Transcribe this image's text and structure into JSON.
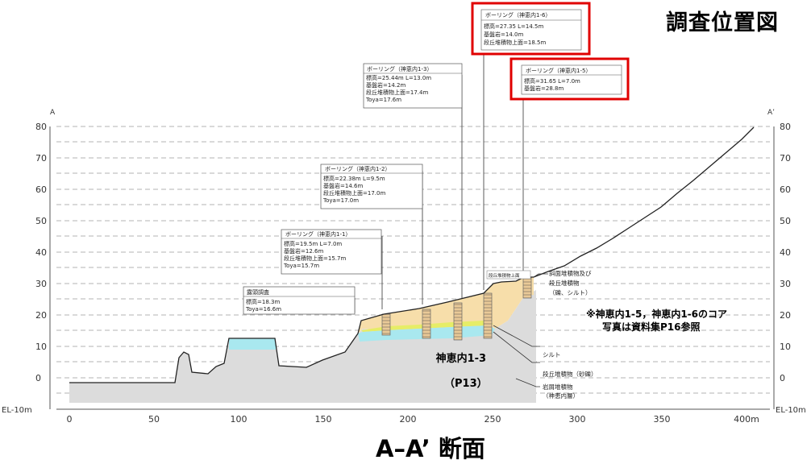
{
  "header": {
    "title": "調査位置図"
  },
  "section_title": "A–A’ 断面",
  "section_ends": {
    "left": "A",
    "right": "A’"
  },
  "axes": {
    "x_ticks": [
      "0",
      "50",
      "100",
      "150",
      "200",
      "250",
      "300",
      "350",
      "400m"
    ],
    "y_ticks": [
      "80",
      "70",
      "60",
      "50",
      "40",
      "30",
      "20",
      "10",
      "0"
    ],
    "y_bottom_label_left": "EL-10m",
    "y_bottom_label_right": "EL-10m"
  },
  "boreholes": [
    {
      "title": "ボーリング（神恵内1-1）",
      "lines": [
        "標高=19.5m L=7.0m",
        "基盤岩=12.6m",
        "段丘堆積物上面=15.7m",
        "Toya=15.7m"
      ],
      "highlight": false
    },
    {
      "title": "ボーリング（神恵内1-2）",
      "lines": [
        "標高=22.38m L=9.5m",
        "基盤岩=14.6m",
        "段丘堆積物上面=17.0m",
        "Toya=17.0m"
      ],
      "highlight": false
    },
    {
      "title": "ボーリング（神恵内1-3）",
      "lines": [
        "標高=25.44m L=13.0m",
        "基盤岩=14.2m",
        "段丘堆積物上面=17.4m",
        "Toya=17.6m"
      ],
      "highlight": false
    },
    {
      "title": "ボーリング（神恵内1-6）",
      "lines": [
        "標高=27.35 L=14.5m",
        "基盤岩=14.0m",
        "段丘堆積物上面=18.5m"
      ],
      "highlight": true
    },
    {
      "title": "ボーリング（神恵内1-5）",
      "lines": [
        "標高=31.65 L=7.0m",
        "基盤岩=28.8m"
      ],
      "highlight": true
    }
  ],
  "survey_box": {
    "title": "露頭調査",
    "lines": [
      "標高=18.3m",
      "Toya=16.6m"
    ]
  },
  "small_label": "段丘堆積物上面",
  "legend_labels": [
    {
      "text": "斜面堆積物及び",
      "line2": "段丘堆積物",
      "line3": "（礫、シルト）"
    },
    {
      "text": "シルト"
    },
    {
      "text": "段丘堆積物（砂礫）"
    },
    {
      "text": "岩屑堆積物",
      "line2": "（神恵内層）"
    }
  ],
  "note": {
    "line1": "※神恵内1-5，神恵内1-6のコア",
    "line2": "写真は資料集P16参照"
  },
  "callout": {
    "line1": "神恵内1-3",
    "line2": "（P13）"
  },
  "colors": {
    "highlight_box": "#e00000",
    "terrace_deposit": "#f7deaa",
    "sand_gravel": "#a9e8ef",
    "silt": "#e6ed67",
    "bedrock": "#dcdcdc",
    "borehole_fill": "#e7c79a",
    "water": "#a9e8ef"
  }
}
